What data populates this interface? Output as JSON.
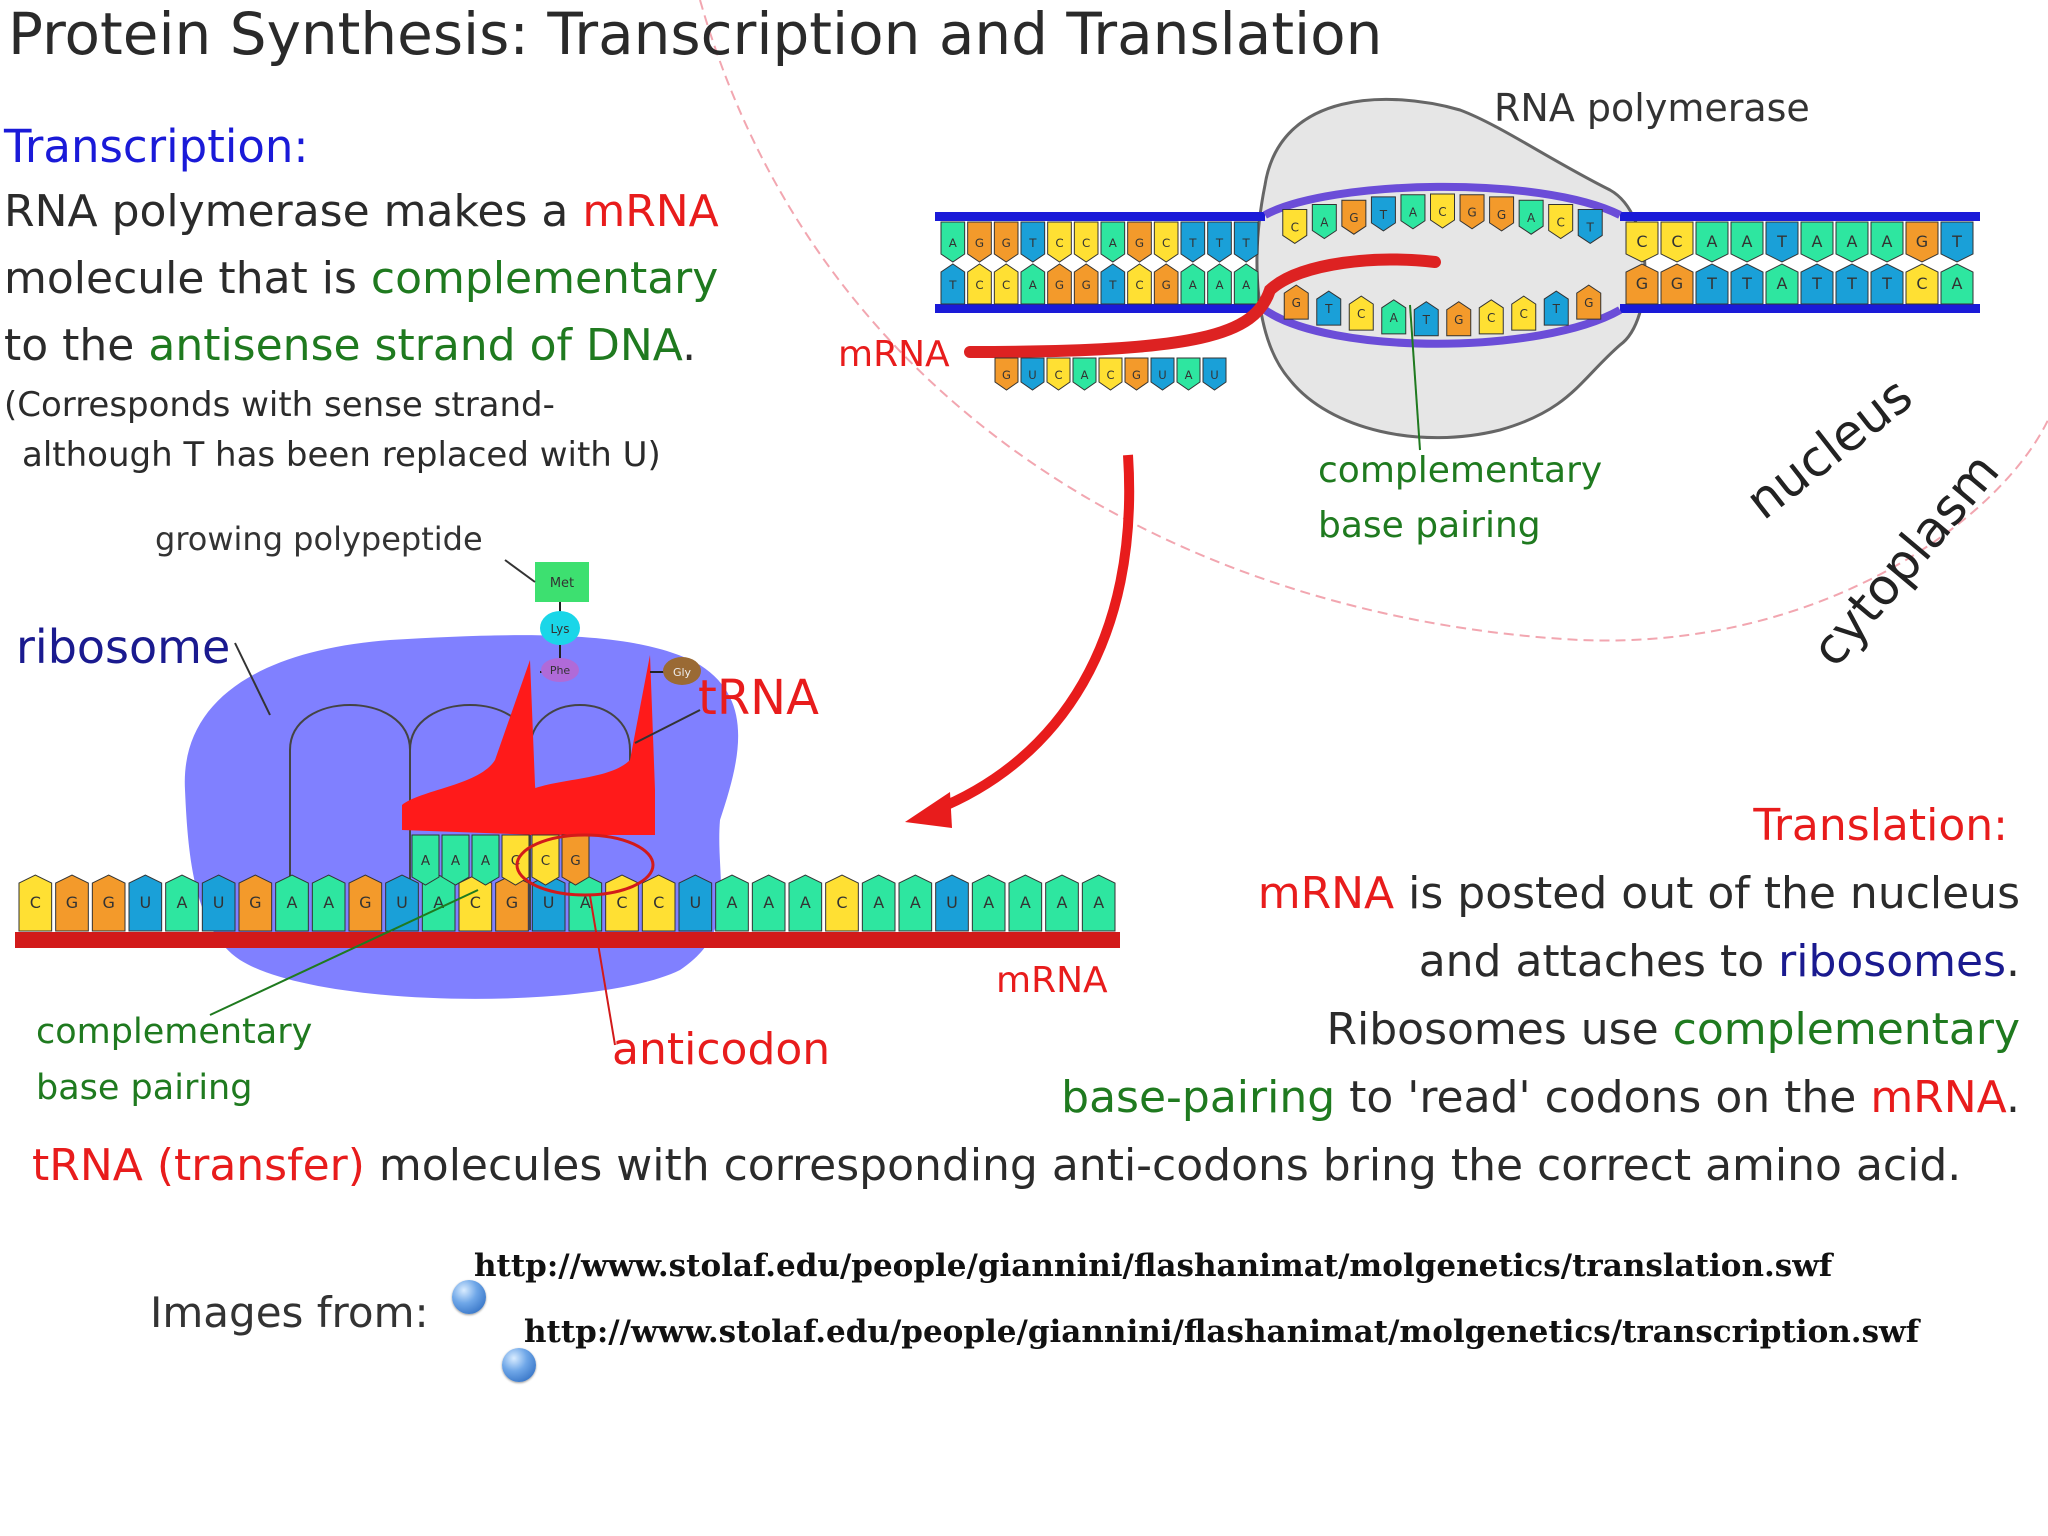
{
  "title": "Protein Synthesis: Transcription and Translation",
  "transcription": {
    "heading": "Transcription:",
    "line1_a": "RNA polymerase makes a ",
    "line1_b": "mRNA",
    "line2_a": "molecule that is ",
    "line2_b": "complementary",
    "line3_a": "to the ",
    "line3_b": "antisense strand of DNA",
    "line3_c": ".",
    "note1": "(Corresponds with sense strand-",
    "note2": "although T has been replaced with U)"
  },
  "transcription_diagram": {
    "rna_polymerase_label": "RNA polymerase",
    "mrna_label": "mRNA",
    "pairing_label_1": "complementary",
    "pairing_label_2": "base pairing",
    "dna_top_bases": [
      "A",
      "G",
      "G",
      "T",
      "C",
      "C",
      "A",
      "G",
      "C",
      "T",
      "T",
      "T"
    ],
    "dna_bottom_bases": [
      "T",
      "C",
      "C",
      "A",
      "G",
      "G",
      "T",
      "C",
      "G",
      "A",
      "A",
      "A"
    ],
    "dna_right_top_bases": [
      "C",
      "C",
      "A",
      "A",
      "T",
      "A",
      "A",
      "A",
      "G",
      "T"
    ],
    "dna_right_bottom_bases": [
      "G",
      "G",
      "T",
      "T",
      "A",
      "T",
      "T",
      "T",
      "C",
      "A"
    ],
    "bubble_top_bases": [
      "C",
      "A",
      "G",
      "T",
      "A",
      "C",
      "G",
      "G",
      "A",
      "C",
      "T"
    ],
    "bubble_bottom_bases": [
      "G",
      "T",
      "C",
      "A",
      "T",
      "G",
      "C",
      "C",
      "T",
      "G"
    ],
    "transcript_bases": [
      "G",
      "U",
      "C",
      "A",
      "C",
      "G",
      "U",
      "A",
      "U"
    ]
  },
  "compartments": {
    "nucleus": "nucleus",
    "cytoplasm": "cytoplasm"
  },
  "translation_diagram": {
    "ribosome_label": "ribosome",
    "polypeptide_label": "growing polypeptide",
    "trna_label": "tRNA",
    "mrna_label": "mRNA",
    "anticodon_label": "anticodon",
    "pairing_label_1": "complementary",
    "pairing_label_2": "base pairing",
    "amino_acids": [
      "Met",
      "Lys",
      "Phe",
      "Gly"
    ],
    "mrna_bases": [
      "C",
      "G",
      "G",
      "U",
      "A",
      "U",
      "G",
      "A",
      "A",
      "G",
      "U",
      "A",
      "C",
      "G",
      "U",
      "A",
      "C",
      "C",
      "U",
      "A",
      "A",
      "A",
      "C",
      "A",
      "A",
      "U",
      "A",
      "A",
      "A",
      "A"
    ],
    "trna_anticodons": [
      "A",
      "A",
      "A",
      "C",
      "C",
      "G"
    ]
  },
  "translation": {
    "heading": "Translation:",
    "line1_a": "mRNA",
    "line1_b": " is posted out of the nucleus",
    "line2_a": "and attaches to ",
    "line2_b": "ribosomes",
    "line2_c": ".",
    "line3_a": "Ribosomes use ",
    "line3_b": "complementary",
    "line4_a": "base-pairing",
    "line4_b": " to 'read' codons on the ",
    "line4_c": "mRNA",
    "line4_d": ".",
    "line5_a": "tRNA (transfer)",
    "line5_b": " molecules with corresponding anti-codons bring the correct amino acid."
  },
  "sources": {
    "label": "Images from:",
    "url1": "http://www.stolaf.edu/people/giannini/flashanimat/molgenetics/translation.swf",
    "url2": "http://www.stolaf.edu/people/giannini/flashanimat/molgenetics/transcription.swf"
  },
  "colors": {
    "blue_heading": "#1a1ad8",
    "red": "#e81c1c",
    "green": "#1f7a1f",
    "ribosome": "#8080ff",
    "base_A": "#2ee6a0",
    "base_C": "#ffe033",
    "base_G": "#f39a2b",
    "base_T": "#1aa0d8",
    "base_U": "#1aa0d8"
  }
}
